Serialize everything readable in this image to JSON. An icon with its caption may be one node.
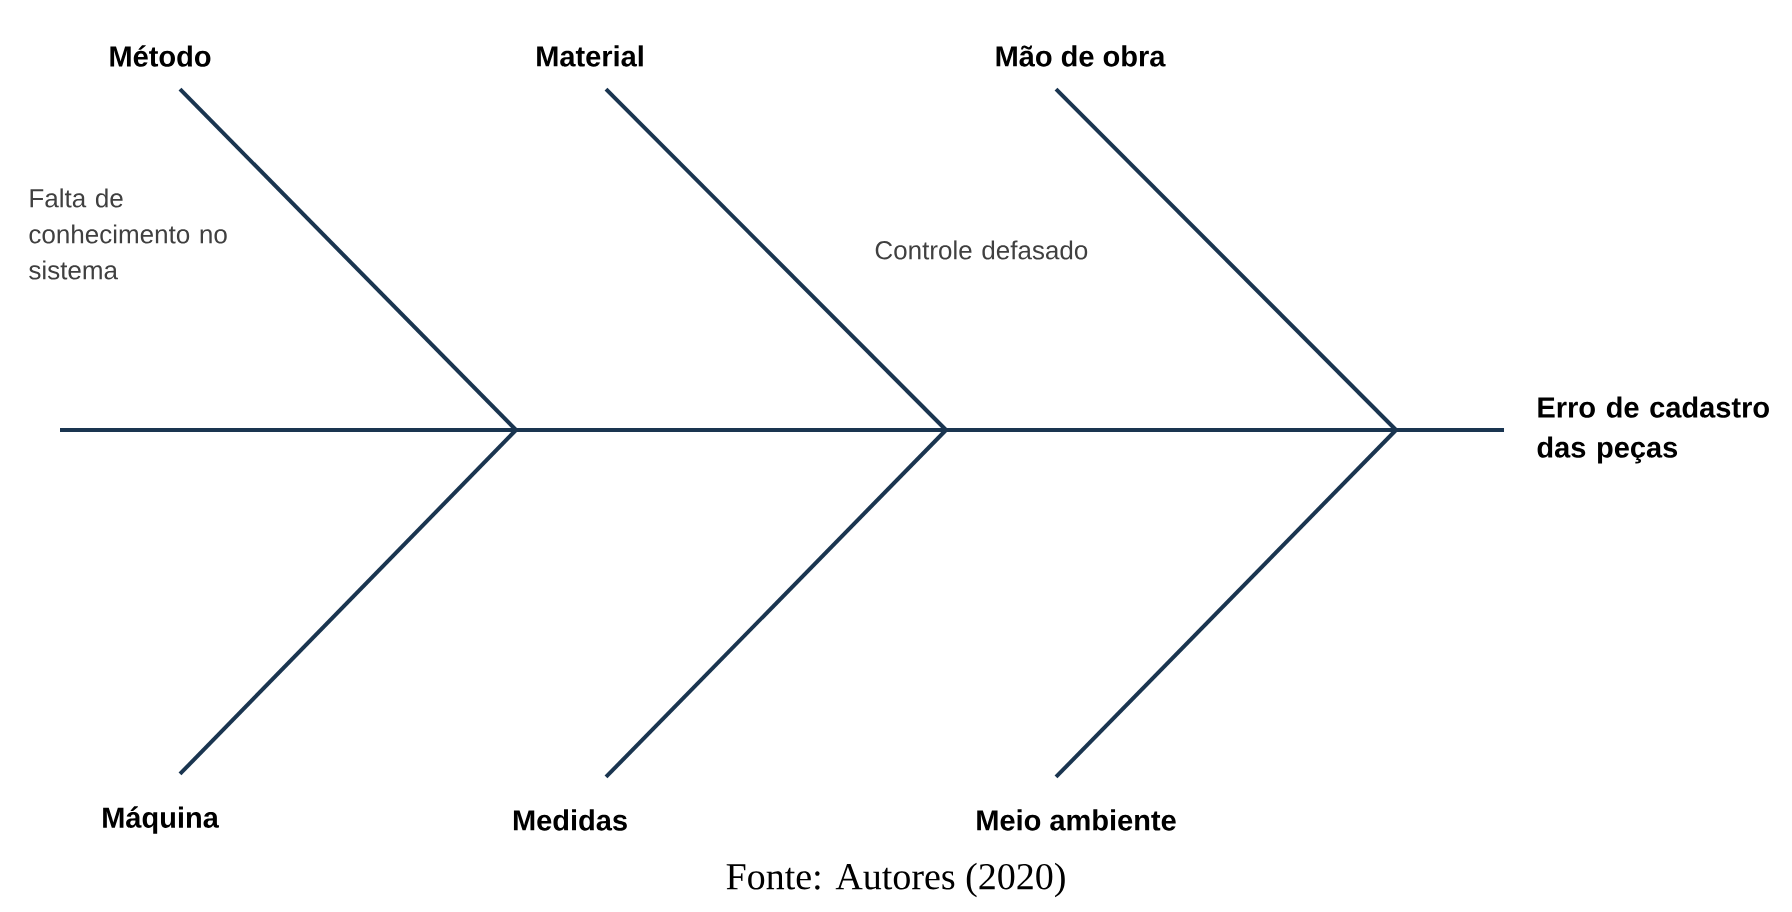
{
  "diagram": {
    "caption": "Fonte: Autores (2020)",
    "nodes": [
      {
        "text": [
          "Método"
        ]
      },
      {
        "text": [
          "Material"
        ]
      },
      {
        "text": [
          "Mão de obra"
        ]
      },
      {
        "text": [
          "Máquina"
        ]
      },
      {
        "text": [
          "Medidas"
        ]
      },
      {
        "text": [
          "Meio ambiente"
        ]
      },
      {
        "text": [
          "Erro de cadastro das peças"
        ]
      }
    ],
    "edges": [
      {
        "from": 0,
        "to": null,
        "arrow": "none"
      },
      {
        "from": 1,
        "to": null,
        "arrow": "none"
      },
      {
        "from": 2,
        "to": null,
        "arrow": "none"
      },
      {
        "from": 3,
        "to": null,
        "arrow": "none"
      },
      {
        "from": 4,
        "to": null,
        "arrow": "none"
      },
      {
        "from": 5,
        "to": null,
        "arrow": "none"
      },
      {
        "from": null,
        "to": 6,
        "arrow": "none"
      }
    ],
    "labels": [
      "Falta de conhecimento no sistema",
      "Controle defasado"
    ]
  }
}
